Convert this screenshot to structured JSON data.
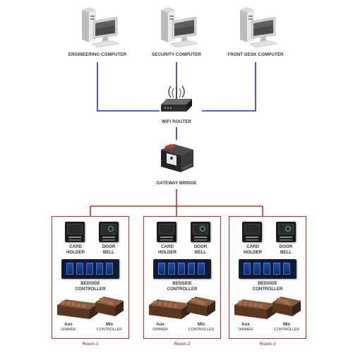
{
  "computers": [
    {
      "label": "ENGINEERING COMPUTER"
    },
    {
      "label": "SECURITY COMPUTER"
    },
    {
      "label": "FRONT DESK COMPUTER"
    }
  ],
  "router": {
    "label": "WIFI ROUTER"
  },
  "bridge": {
    "label": "GATEWAY BRIDGE"
  },
  "room_devices": {
    "card_holder": [
      "CARD",
      "HOLDER"
    ],
    "door_bell": [
      "DOOR",
      "BELL"
    ],
    "bedside": [
      "BEDSIDE",
      "CONTROLLER"
    ],
    "aux": [
      "Aux",
      "DIMMER"
    ],
    "mix": [
      "Mix",
      "CONTROLLER"
    ]
  },
  "rooms": [
    {
      "label": "Room-1"
    },
    {
      "label": "Room-2"
    },
    {
      "label": "Room-3"
    }
  ],
  "colors": {
    "lan": "#1f2fbf",
    "bus": "#cc2a2a",
    "room_border": "#cc2a2a"
  }
}
